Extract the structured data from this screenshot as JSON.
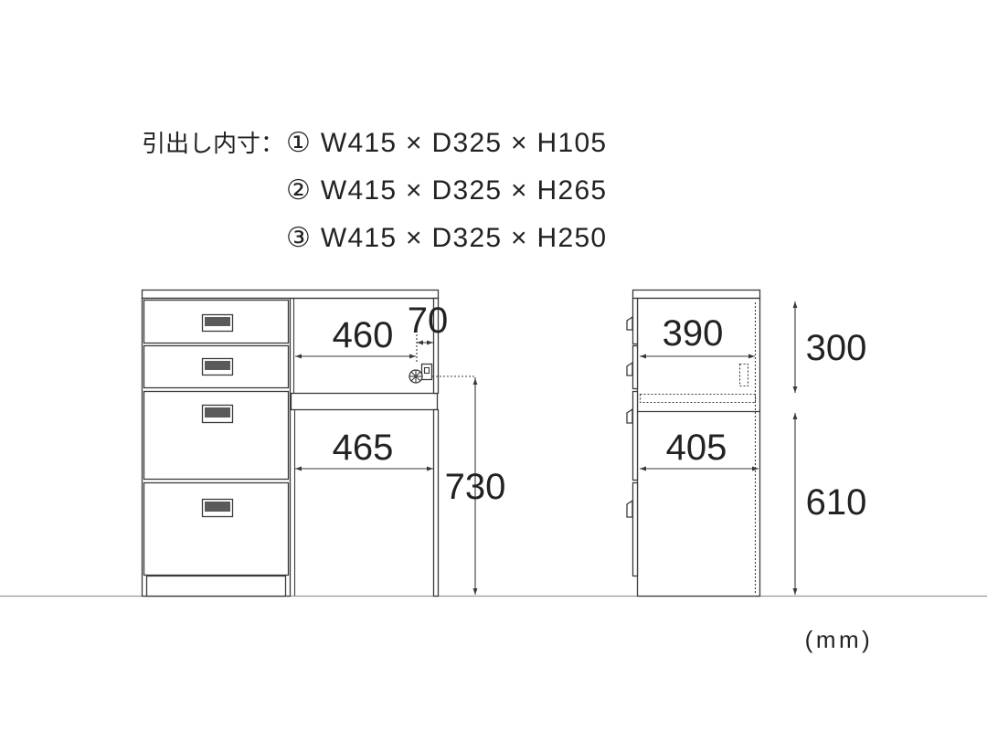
{
  "drawer_inner_dimensions": {
    "label": "引出し内寸：",
    "lines": [
      "① W415 × D325 × H105",
      "② W415 × D325 × H265",
      "③ W415 × D325 × H250"
    ]
  },
  "front_view": {
    "upper_width": "460",
    "outlet_offset": "70",
    "lower_width": "465",
    "height": "730"
  },
  "side_view": {
    "upper_depth": "390",
    "lower_depth": "405",
    "upper_height": "300",
    "lower_height": "610"
  },
  "unit": "(mm)",
  "colors": {
    "line": "#3a3a3a",
    "text": "#222222",
    "floor": "#9a9a9a",
    "handle": "#5a5a5a"
  }
}
